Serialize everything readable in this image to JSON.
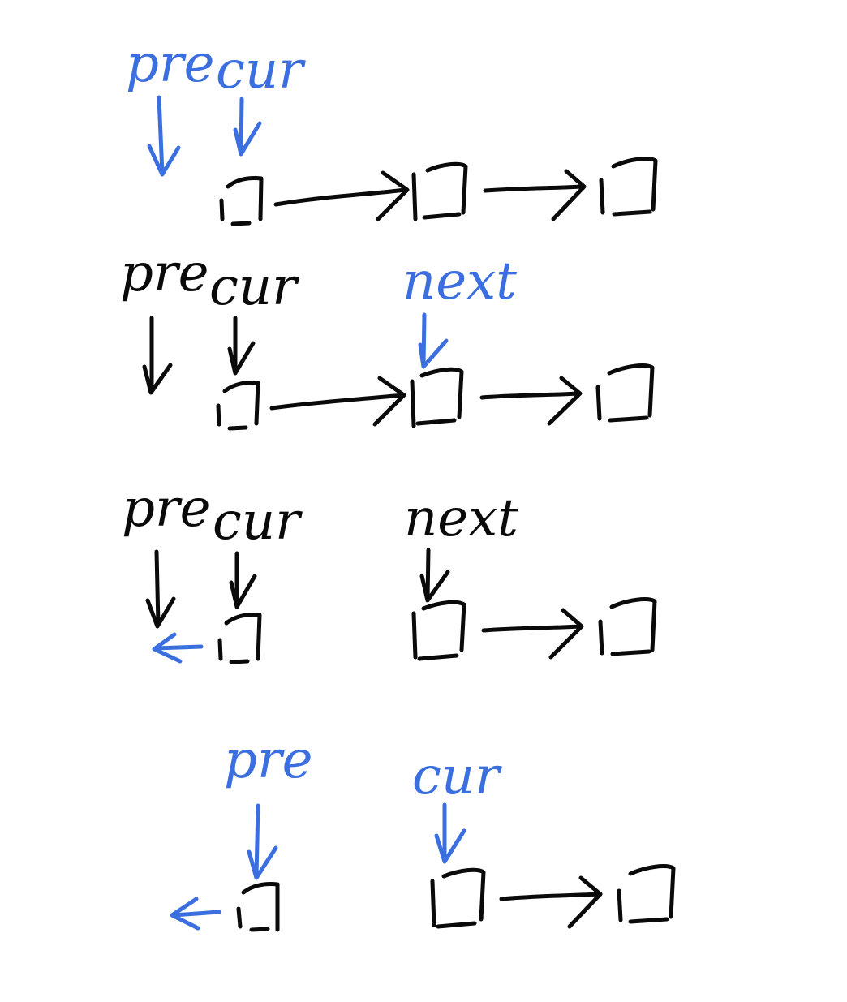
{
  "colors": {
    "black": "#0a0a0a",
    "blue": "#3b6fe0"
  },
  "step1": {
    "pre": "pre",
    "cur": "cur"
  },
  "step2": {
    "pre": "pre",
    "cur": "cur",
    "next": "next"
  },
  "step3": {
    "pre": "pre",
    "cur": "cur",
    "next": "next"
  },
  "step4": {
    "pre": "pre",
    "cur": "cur"
  }
}
